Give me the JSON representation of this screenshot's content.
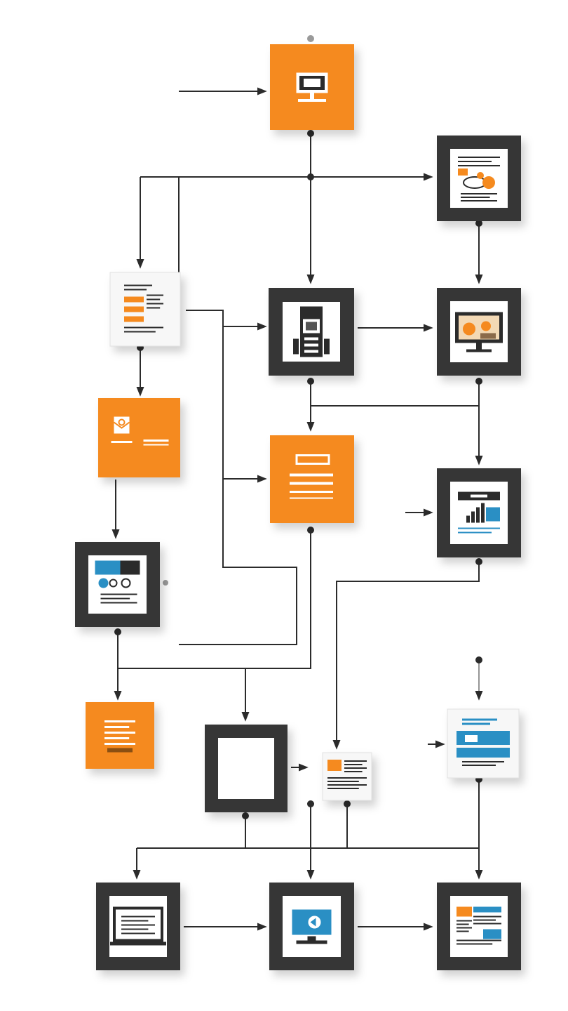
{
  "diagram": {
    "title": "",
    "colors": {
      "orange": "#F58A1F",
      "dark": "#363636",
      "white": "#FFFFFF",
      "line": "#2B2B2B",
      "blue": "#2A8FC4",
      "paper": "#F7F7F7"
    },
    "nodes": [
      {
        "id": "top-monitor",
        "style": "orange",
        "icon": "monitor-icon"
      },
      {
        "id": "article-card",
        "style": "dark",
        "icon": "article-food-icon"
      },
      {
        "id": "paper-list",
        "style": "paper",
        "icon": "list-document-icon"
      },
      {
        "id": "server",
        "style": "dark",
        "icon": "server-icon"
      },
      {
        "id": "desktop-photo",
        "style": "dark",
        "icon": "desktop-photo-icon"
      },
      {
        "id": "mail-card",
        "style": "orange",
        "icon": "mail-icon"
      },
      {
        "id": "form-card",
        "style": "orange",
        "icon": "form-icon"
      },
      {
        "id": "chart-report",
        "style": "dark",
        "icon": "bar-chart-icon"
      },
      {
        "id": "profile-card",
        "style": "dark",
        "icon": "profile-card-icon"
      },
      {
        "id": "list-card",
        "style": "orange",
        "icon": "list-icon"
      },
      {
        "id": "team",
        "style": "dark",
        "icon": "team-icon"
      },
      {
        "id": "small-doc",
        "style": "paper",
        "icon": "document-icon"
      },
      {
        "id": "blue-panel",
        "style": "paper",
        "icon": "blue-panel-icon"
      },
      {
        "id": "laptop-text",
        "style": "dark",
        "icon": "laptop-text-icon"
      },
      {
        "id": "laptop-blue",
        "style": "dark",
        "icon": "laptop-icon"
      },
      {
        "id": "newspaper",
        "style": "dark",
        "icon": "newspaper-icon"
      }
    ]
  }
}
